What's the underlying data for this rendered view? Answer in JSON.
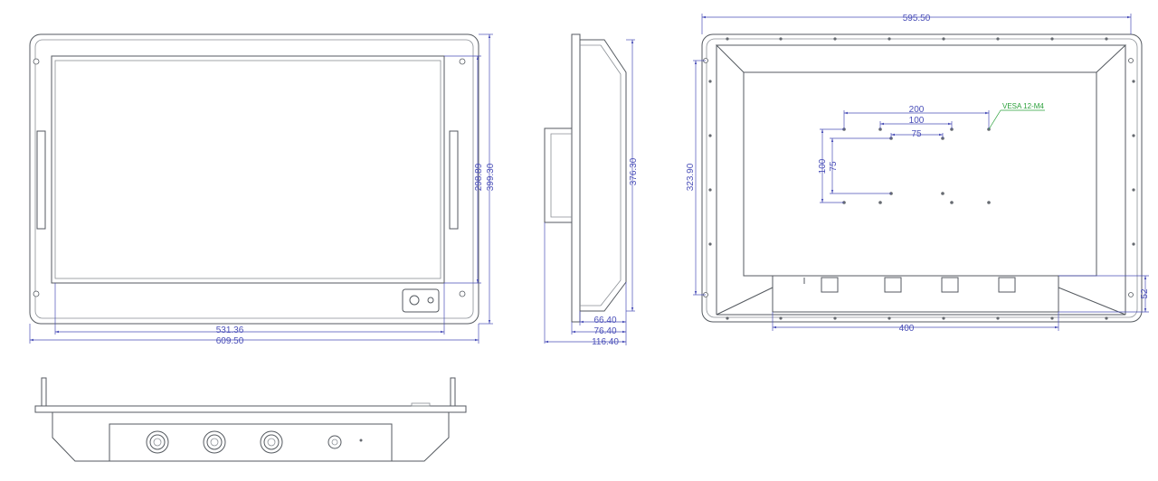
{
  "front_view": {
    "dims": {
      "screen_height": "298.89",
      "overall_height": "399.30",
      "screen_width": "531.36",
      "overall_width": "609.50"
    }
  },
  "side_view": {
    "dims": {
      "height": "376.30",
      "depth_body": "66.40",
      "depth_mid": "76.40",
      "depth_total": "116.40"
    }
  },
  "rear_view": {
    "dims": {
      "overall_width": "595.50",
      "height": "323.90",
      "vesa_200": "200",
      "vesa_100_h": "100",
      "vesa_75_h": "75",
      "vesa_100_v": "100",
      "vesa_75_v": "75",
      "io_width": "400",
      "io_height": "52"
    },
    "vesa_label": "VESA 12-M4"
  },
  "colors": {
    "line": "#555a60",
    "dimension": "#4a4fb8",
    "callout": "#2aa03a"
  }
}
